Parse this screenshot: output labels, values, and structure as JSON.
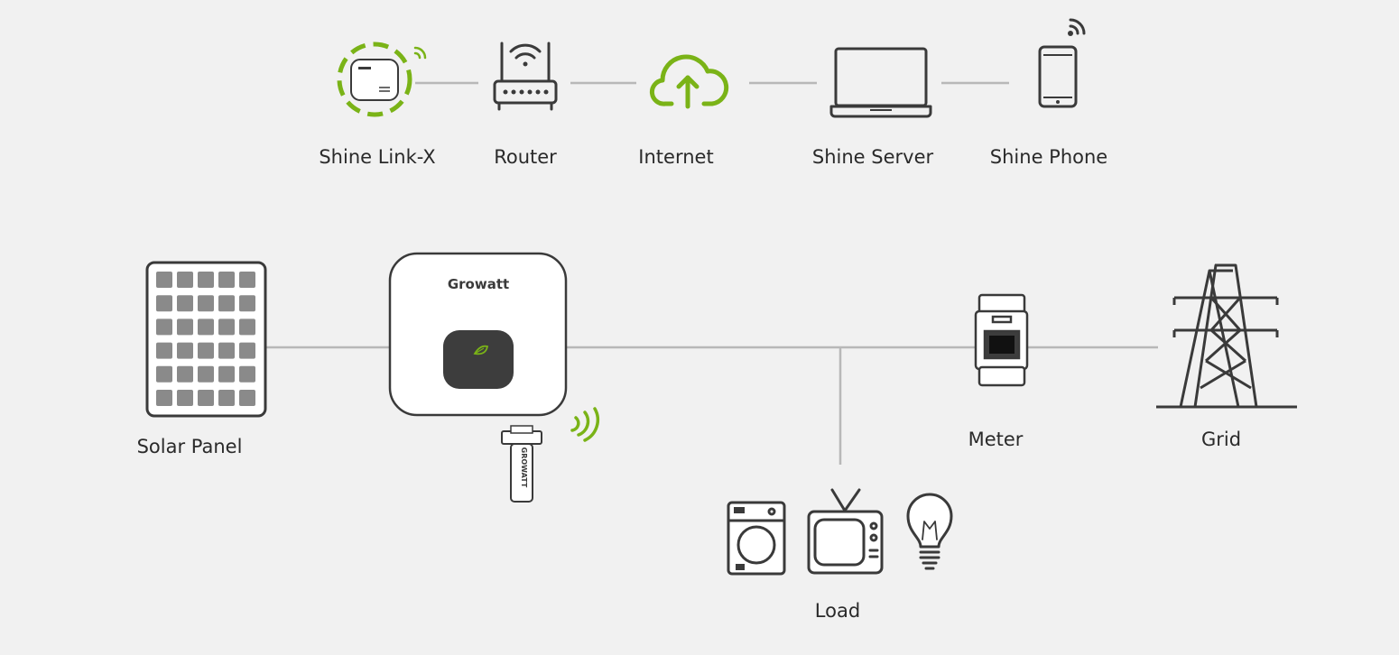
{
  "colors": {
    "accent_green": "#7ab317",
    "line_gray": "#b8b8b8",
    "icon_dark": "#3a3a3a",
    "panel_cell": "#8a8a8a",
    "background": "#f1f1f1"
  },
  "communication_chain": [
    {
      "label": "Shine Link-X",
      "icon": "shine-link-x-icon"
    },
    {
      "label": "Router",
      "icon": "router-icon"
    },
    {
      "label": "Internet",
      "icon": "cloud-upload-icon"
    },
    {
      "label": "Shine Server",
      "icon": "laptop-icon"
    },
    {
      "label": "Shine Phone",
      "icon": "smartphone-icon"
    }
  ],
  "power_system": {
    "solar_panel": {
      "label": "Solar Panel",
      "icon": "solar-panel-icon"
    },
    "inverter": {
      "brand": "Growatt",
      "icon": "inverter-icon"
    },
    "dongle": {
      "brand": "GROWATT",
      "icon": "wifi-dongle-icon"
    },
    "meter": {
      "label": "Meter",
      "icon": "meter-icon"
    },
    "grid": {
      "label": "Grid",
      "icon": "pylon-icon"
    },
    "load": {
      "label": "Load",
      "appliances": [
        "washing-machine-icon",
        "tv-icon",
        "light-bulb-icon"
      ]
    }
  }
}
